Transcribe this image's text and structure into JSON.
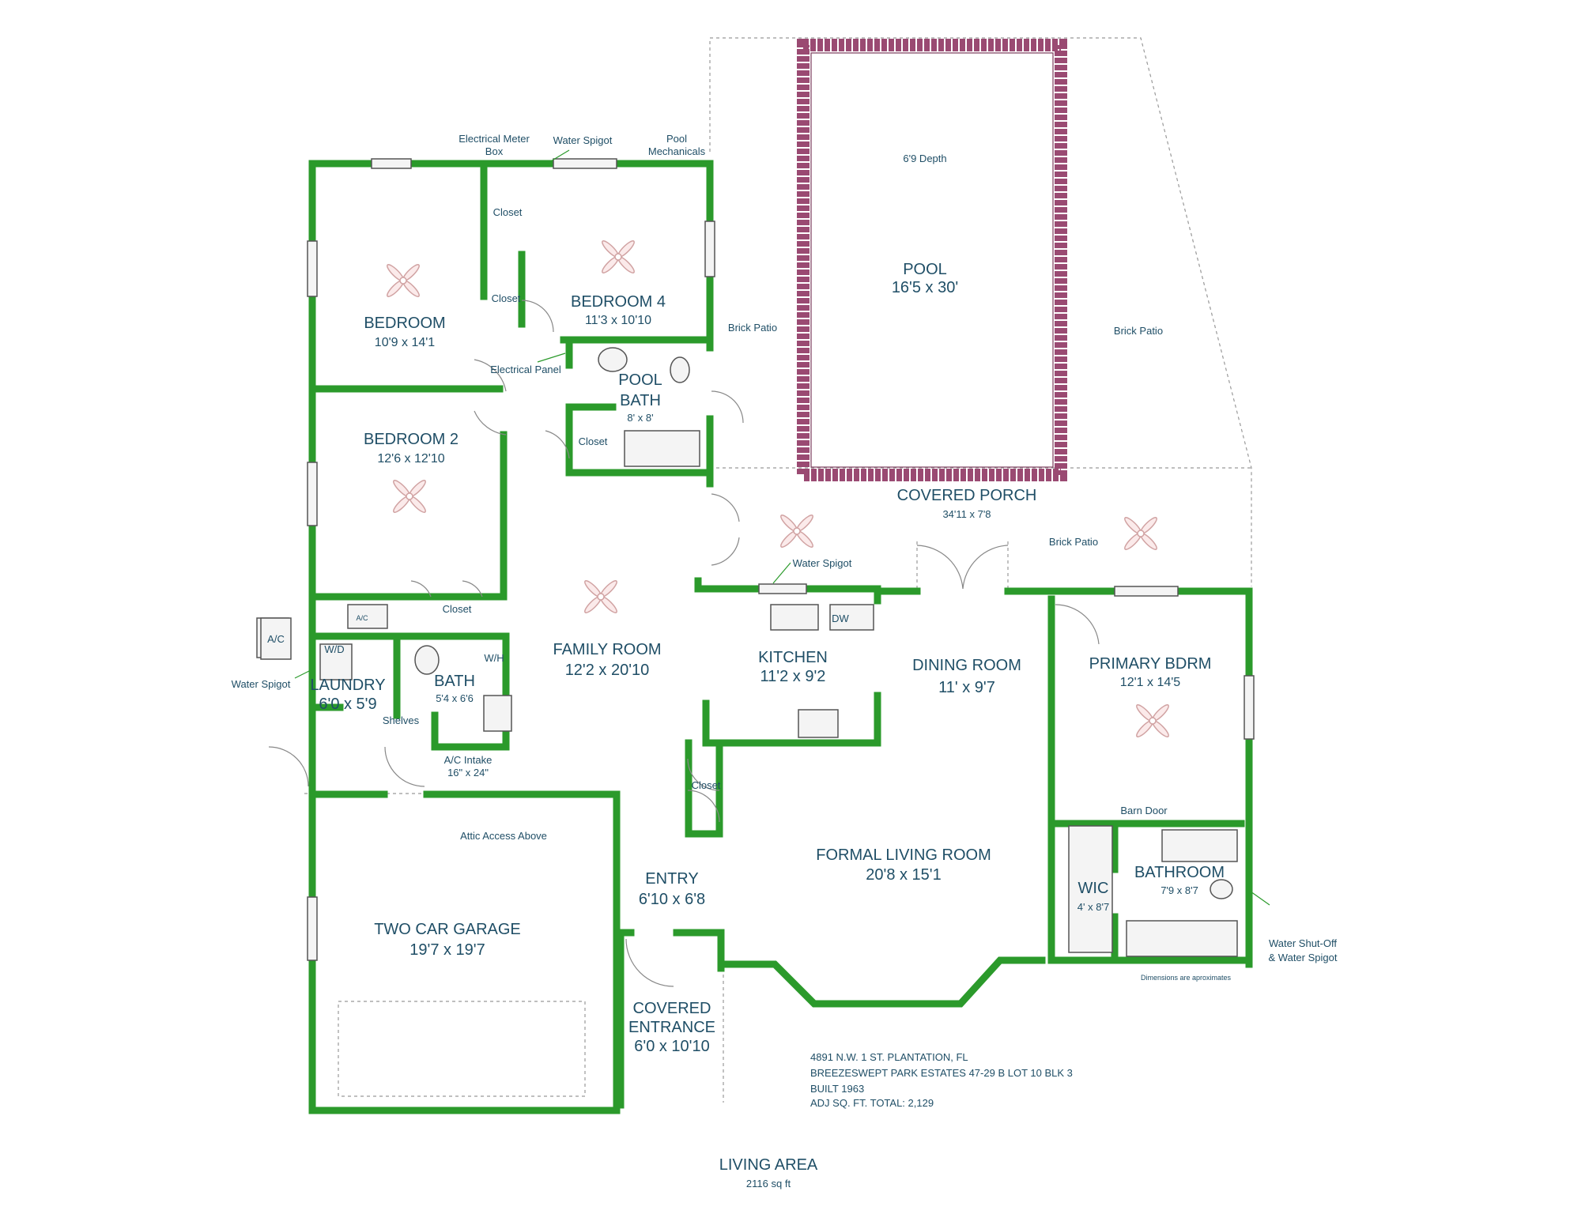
{
  "rooms": {
    "bedroom": {
      "name": "BEDROOM",
      "dim": "10'9 x 14'1"
    },
    "bedroom4": {
      "name": "BEDROOM 4",
      "dim": "11'3 x 10'10"
    },
    "bedroom2": {
      "name": "BEDROOM 2",
      "dim": "12'6 x 12'10"
    },
    "pool_bath": {
      "name1": "POOL",
      "name2": "BATH",
      "dim": "8' x 8'"
    },
    "pool": {
      "name": "POOL",
      "dim": "16'5 x 30'",
      "depth": "6'9 Depth"
    },
    "covered_porch": {
      "name": "COVERED PORCH",
      "dim": "34'11 x 7'8"
    },
    "family_room": {
      "name": "FAMILY ROOM",
      "dim": "12'2 x 20'10"
    },
    "kitchen": {
      "name": "KITCHEN",
      "dim": "11'2 x 9'2"
    },
    "dining_room": {
      "name": "DINING ROOM",
      "dim": "11' x 9'7"
    },
    "primary_bdrm": {
      "name": "PRIMARY BDRM",
      "dim": "12'1 x 14'5"
    },
    "laundry": {
      "name": "LAUNDRY",
      "dim": "6'0 x 5'9"
    },
    "bath": {
      "name": "BATH",
      "dim": "5'4 x 6'6"
    },
    "formal_living": {
      "name": "FORMAL LIVING ROOM",
      "dim": "20'8 x 15'1"
    },
    "entry": {
      "name": "ENTRY",
      "dim": "6'10 x 6'8"
    },
    "garage": {
      "name": "TWO CAR GARAGE",
      "dim": "19'7 x 19'7"
    },
    "covered_entrance": {
      "name1": "COVERED",
      "name2": "ENTRANCE",
      "dim": "6'0 x 10'10"
    },
    "wic": {
      "name": "WIC",
      "dim": "4' x 8'7"
    },
    "bathroom": {
      "name": "BATHROOM",
      "dim": "7'9 x 8'7"
    }
  },
  "labels": {
    "closet": "Closet",
    "electrical_meter_1": "Electrical Meter",
    "electrical_meter_2": "Box",
    "water_spigot": "Water Spigot",
    "pool_mech_1": "Pool",
    "pool_mech_2": "Mechanicals",
    "electrical_panel": "Electrical Panel",
    "brick_patio": "Brick Patio",
    "ac": "A/C",
    "wd": "W/D",
    "wh": "W/H",
    "dw": "DW",
    "shelves": "Shelves",
    "ac_intake_1": "A/C Intake",
    "ac_intake_2": "16\" x 24\"",
    "attic": "Attic Access Above",
    "barn_door": "Barn Door",
    "water_shutoff_1": "Water Shut-Off",
    "water_shutoff_2": "& Water Spigot",
    "dims_note": "Dimensions are aproximates"
  },
  "info": {
    "line1": "4891 N.W. 1 ST. PLANTATION, FL",
    "line2": "BREEZESWEPT PARK ESTATES 47-29 B LOT 10 BLK 3",
    "line3": "BUILT 1963",
    "line4": "ADJ SQ. FT. TOTAL: 2,129"
  },
  "footer": {
    "title": "LIVING AREA",
    "area": "2116 sq ft"
  },
  "colors": {
    "wall": "#2b9a2b",
    "text": "#1f4e66",
    "pool_edge": "#9a4a72",
    "fan": "#d1a3a3"
  }
}
